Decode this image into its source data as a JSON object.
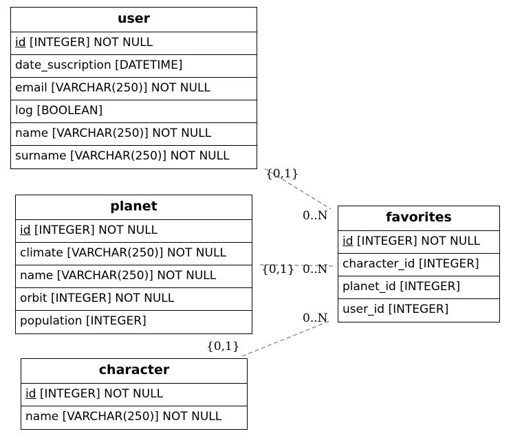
{
  "entities": {
    "user": {
      "title": "user",
      "attributes": [
        {
          "name": "id",
          "type": " [INTEGER] NOT NULL",
          "pk": true
        },
        {
          "name": "date_suscription",
          "type": " [DATETIME]",
          "pk": false
        },
        {
          "name": "email",
          "type": " [VARCHAR(250)] NOT NULL",
          "pk": false
        },
        {
          "name": "log",
          "type": " [BOOLEAN]",
          "pk": false
        },
        {
          "name": "name",
          "type": " [VARCHAR(250)] NOT NULL",
          "pk": false
        },
        {
          "name": "surname",
          "type": " [VARCHAR(250)] NOT NULL",
          "pk": false
        }
      ]
    },
    "planet": {
      "title": "planet",
      "attributes": [
        {
          "name": "id",
          "type": " [INTEGER] NOT NULL",
          "pk": true
        },
        {
          "name": "climate",
          "type": " [VARCHAR(250)] NOT NULL",
          "pk": false
        },
        {
          "name": "name",
          "type": " [VARCHAR(250)] NOT NULL",
          "pk": false
        },
        {
          "name": "orbit",
          "type": " [INTEGER] NOT NULL",
          "pk": false
        },
        {
          "name": "population",
          "type": " [INTEGER]",
          "pk": false
        }
      ]
    },
    "character": {
      "title": "character",
      "attributes": [
        {
          "name": "id",
          "type": " [INTEGER] NOT NULL",
          "pk": true
        },
        {
          "name": "name",
          "type": " [VARCHAR(250)] NOT NULL",
          "pk": false
        }
      ]
    },
    "favorites": {
      "title": "favorites",
      "attributes": [
        {
          "name": "id",
          "type": " [INTEGER] NOT NULL",
          "pk": true
        },
        {
          "name": "character_id",
          "type": " [INTEGER]",
          "pk": false
        },
        {
          "name": "planet_id",
          "type": " [INTEGER]",
          "pk": false
        },
        {
          "name": "user_id",
          "type": " [INTEGER]",
          "pk": false
        }
      ]
    }
  },
  "relationships": {
    "user_favorites": {
      "from_label": "{0,1}",
      "to_label": "0..N"
    },
    "planet_favorites": {
      "from_label": "{0,1}",
      "to_label": "0..N"
    },
    "character_favorites": {
      "from_label": "{0,1}",
      "to_label": "0..N"
    }
  },
  "colors": {
    "edge": "#777777",
    "border": "#000000"
  }
}
